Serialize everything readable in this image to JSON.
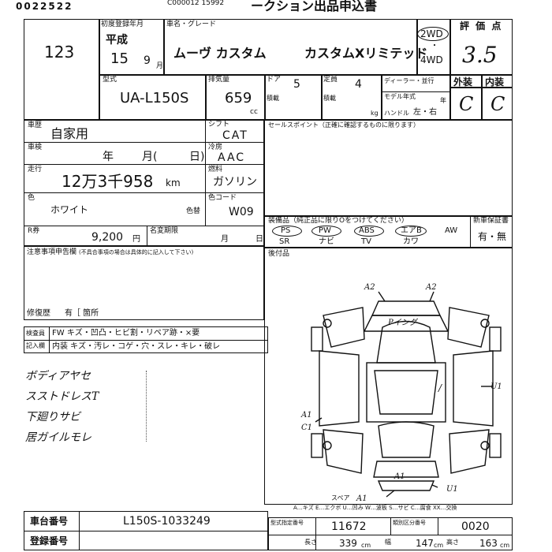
{
  "header": {
    "form_number": "0022522",
    "title": "ークション出品申込書",
    "small_code": "C000012 15992"
  },
  "entry": {
    "lot_number": "123"
  },
  "first_reg": {
    "label": "初度登録年月",
    "era": "平成",
    "year": "15",
    "month": "9",
    "month_unit": "月"
  },
  "car": {
    "name_label": "車名・グレード",
    "name": "ムーヴ カスタム",
    "grade": "カスタムXリミテッド"
  },
  "drive": {
    "two": "2WD",
    "four": "4WD"
  },
  "rating": {
    "label": "評 価 点",
    "score": "3.5",
    "exterior_label": "外装",
    "interior_label": "内装",
    "exterior": "C",
    "interior": "C"
  },
  "model": {
    "label": "型式",
    "value": "UA-L150S"
  },
  "displacement": {
    "label": "排気量",
    "value": "659",
    "unit": "cc"
  },
  "doors": {
    "label": "ドア",
    "value": "5"
  },
  "capacity": {
    "label": "定員",
    "value": "4"
  },
  "load_label": "積載",
  "weight_label": "積載",
  "kg": "kg",
  "dealer_label": "ディーラー・並行",
  "model_year_label": "モデル年式",
  "year_unit": "年",
  "handle": {
    "label": "ハンドル",
    "value": "左・右"
  },
  "usage": {
    "label": "車歴",
    "value": "自家用"
  },
  "inspection": {
    "label": "車検",
    "year": "年",
    "month": "月(",
    "day": "日)"
  },
  "mileage": {
    "label": "走行",
    "value": "12万3千958",
    "unit": "km"
  },
  "color": {
    "label": "色",
    "value": "ホワイト",
    "repaint_label": "色替",
    "code_label": "色コード",
    "code": "W09"
  },
  "recycle": {
    "label": "R券",
    "value": "9,200",
    "unit": "円",
    "deadline_label": "名変期限",
    "month": "月",
    "day": "日"
  },
  "shift": {
    "label": "シフト",
    "value": "CAT"
  },
  "aircon": {
    "label": "冷房",
    "value": "AAC"
  },
  "fuel": {
    "label": "燃料",
    "value": "ガソリン"
  },
  "sales_point": {
    "label": "セールスポイント（正確に確認するものに限ります）"
  },
  "equipment": {
    "label": "装備品（純正品に限りOをつけてください）",
    "items": [
      {
        "top": "PS",
        "bottom": "SR"
      },
      {
        "top": "PW",
        "bottom": "ナビ"
      },
      {
        "top": "ABS",
        "bottom": "TV"
      },
      {
        "top": "エアB",
        "bottom": "カワ"
      },
      {
        "top": "AW",
        "bottom": ""
      }
    ],
    "new_label": "新車保証書",
    "new_value": "有・無"
  },
  "caution": {
    "label": "注意事項申告欄",
    "note": "(不具合事項の場合は具体的に記入して下さい)"
  },
  "repair": {
    "label": "修復歴",
    "value": "有［ 箇所"
  },
  "detail": {
    "check_label": "検査員",
    "record_label": "記入欄",
    "row1": "FW キズ・凹凸・ヒビ割・リペア跡・×要",
    "row2": "内装 キズ・汚レ・コゲ・穴・スレ・キレ・破レ"
  },
  "options_label": "後付品",
  "notes": [
    "ボディアヤセ",
    "スストドレスT",
    "下廻りサビ",
    "居ガイルモレ"
  ],
  "diagram": {
    "marks": [
      "A2",
      "A2",
      "Pイング",
      "U1",
      "/",
      "A1",
      "C1",
      "A1",
      "A1",
      "U1",
      "スペア"
    ]
  },
  "legend": "A…キズ  E…エクボ  U…凹み  W…波板  S…サビ  C…腐食  XX…交換",
  "chassis": {
    "label": "車台番号",
    "value": "L150S-1033249"
  },
  "registration": {
    "label": "登録番号"
  },
  "type_cert": {
    "label": "型式指定番号",
    "value": "11672"
  },
  "class_num": {
    "label": "類別区分番号",
    "value": "0020"
  },
  "dims": {
    "length_label": "長さ",
    "length": "339",
    "width_label": "幅",
    "width": "147",
    "height_label": "高さ",
    "height": "163",
    "unit": "cm"
  }
}
